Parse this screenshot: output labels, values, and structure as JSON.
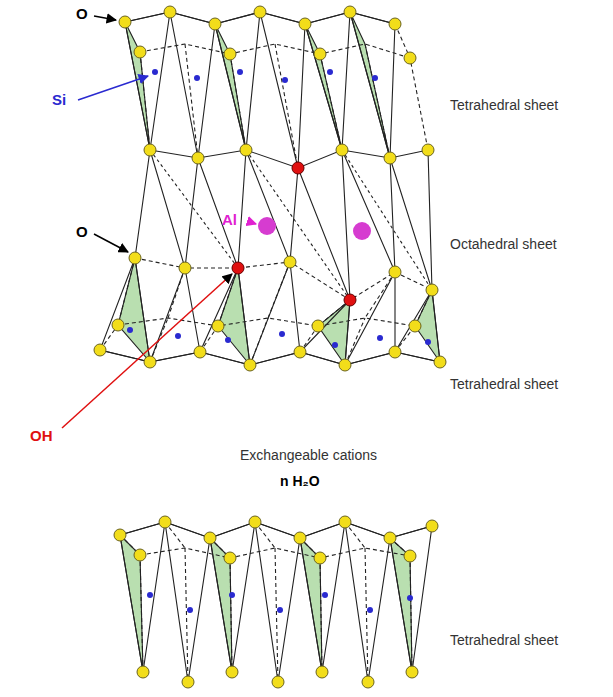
{
  "diagram": {
    "labels": [
      "O",
      "Si",
      "Tetrahedral sheet",
      "Al",
      "Octahedral sheet",
      "O",
      "Tetrahedral sheet",
      "OH",
      "Exchangeable cations",
      "n H₂O",
      "Tetrahedral sheet"
    ]
  }
}
